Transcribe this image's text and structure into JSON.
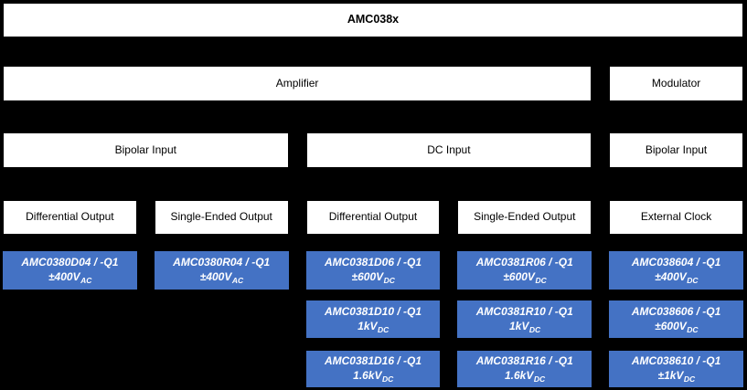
{
  "tree": {
    "root": {
      "label": "AMC038x"
    },
    "level2": {
      "amplifier": {
        "label": "Amplifier"
      },
      "modulator": {
        "label": "Modulator"
      }
    },
    "level3": {
      "bipolar_left": {
        "label": "Bipolar Input"
      },
      "dc": {
        "label": "DC Input"
      },
      "bipolar_right": {
        "label": "Bipolar Input"
      }
    },
    "level4": {
      "diff_out_1": {
        "label": "Differential Output"
      },
      "single_out_1": {
        "label": "Single-Ended Output"
      },
      "diff_out_2": {
        "label": "Differential Output"
      },
      "single_out_2": {
        "label": "Single-Ended Output"
      },
      "ext_clock": {
        "label": "External Clock"
      }
    }
  },
  "parts": {
    "rows": [
      {
        "cells": [
          {
            "name": "AMC0380D04 / -Q1",
            "rating": "±400V",
            "sub": "AC"
          },
          {
            "name": "AMC0380R04 / -Q1",
            "rating": "±400V",
            "sub": "AC"
          },
          {
            "name": "AMC0381D06 / -Q1",
            "rating": "±600V",
            "sub": "DC"
          },
          {
            "name": "AMC0381R06 / -Q1",
            "rating": "±600V",
            "sub": "DC"
          },
          {
            "name": "AMC038604 / -Q1",
            "rating": "±400V",
            "sub": "DC"
          }
        ]
      },
      {
        "cells": [
          {
            "name": "AMC0381D10 / -Q1",
            "rating": "1kV",
            "sub": "DC"
          },
          {
            "name": "AMC0381R10 / -Q1",
            "rating": "1kV",
            "sub": "DC"
          },
          {
            "name": "AMC038606 / -Q1",
            "rating": "±600V",
            "sub": "DC"
          }
        ]
      },
      {
        "cells": [
          {
            "name": "AMC0381D16 / -Q1",
            "rating": "1.6kV",
            "sub": "DC"
          },
          {
            "name": "AMC0381R16 / -Q1",
            "rating": "1.6kV",
            "sub": "DC"
          },
          {
            "name": "AMC038610 / -Q1",
            "rating": "±1kV",
            "sub": "DC"
          }
        ]
      }
    ]
  },
  "colors": {
    "background": "#000000",
    "box_fill": "#FFFFFF",
    "box_text": "#000000",
    "part_fill": "#4472C4",
    "part_text": "#FFFFFF"
  }
}
